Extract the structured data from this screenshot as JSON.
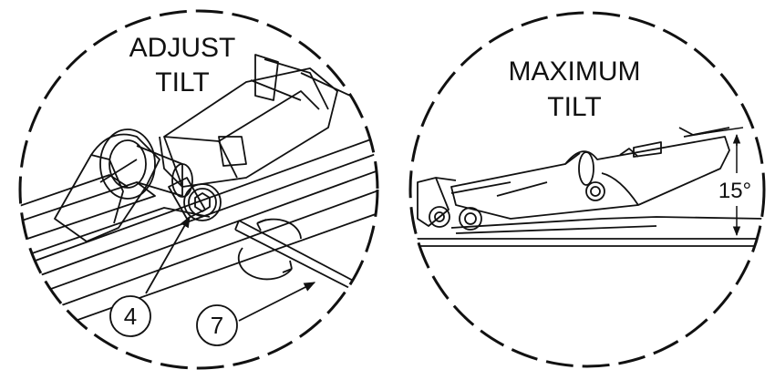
{
  "left_detail": {
    "title_line1": "ADJUST",
    "title_line2": "TILT",
    "callouts": [
      "4",
      "7"
    ]
  },
  "right_detail": {
    "title_line1": "MAXIMUM",
    "title_line2": "TILT",
    "angle_label": "15°"
  },
  "colors": {
    "line": "#111111",
    "background": "#ffffff"
  }
}
